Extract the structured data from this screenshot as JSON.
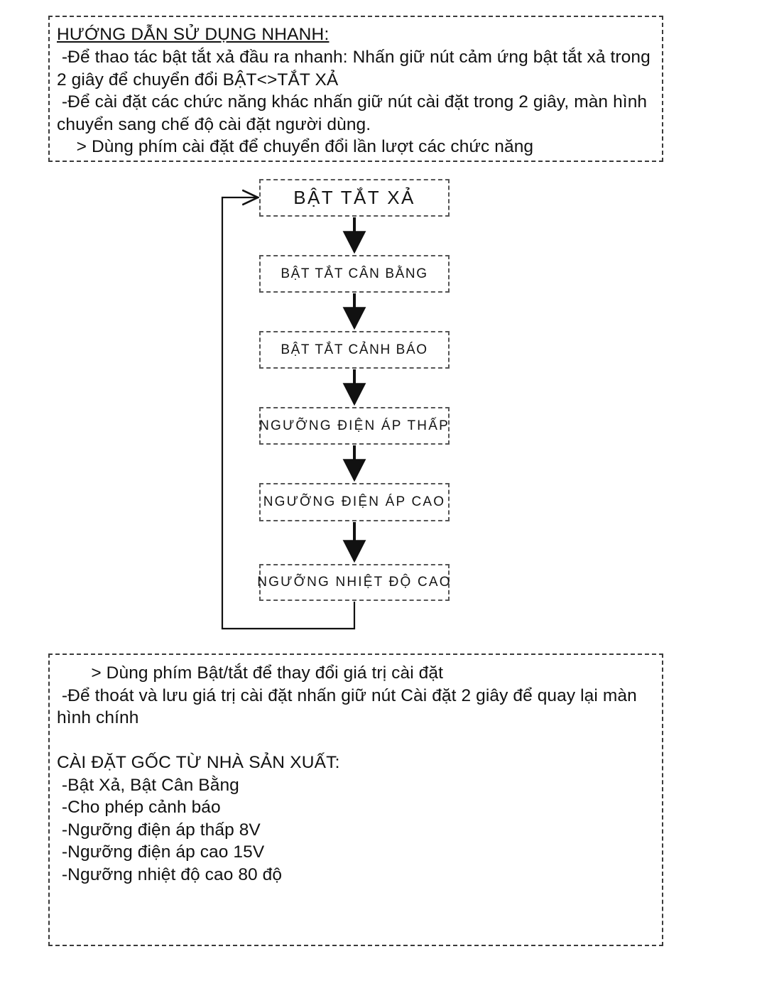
{
  "page": {
    "language": "vi",
    "background": "#ffffff",
    "ink": "#111111"
  },
  "top_panel": {
    "heading": "HƯỚNG DẪN SỬ DỤNG NHANH:",
    "lines": [
      " -Để thao tác bật tắt xả đầu ra nhanh: Nhấn giữ nút cảm ứng bật tắt xả trong 2 giây để chuyển đổi BẬT<>TẮT XẢ",
      " -Để cài đặt các chức năng khác nhấn giữ nút cài đặt trong 2 giây, màn hình chuyển sang chế độ cài đặt người dùng.",
      "    > Dùng phím cài đặt để chuyển đổi lần lượt các chức năng"
    ]
  },
  "flowchart": {
    "type": "cycle",
    "loop_back": true,
    "arrow_color": "#111111",
    "node_border_color": "#555555",
    "nodes": [
      {
        "id": "node-0",
        "label": "BẬT TẮT XẢ"
      },
      {
        "id": "node-1",
        "label": "BẬT TẮT CÂN BẰNG"
      },
      {
        "id": "node-2",
        "label": "BẬT TẮT CẢNH BÁO"
      },
      {
        "id": "node-3",
        "label": "NGƯỠNG ĐIỆN ÁP THẤP"
      },
      {
        "id": "node-4",
        "label": "NGƯỠNG ĐIỆN ÁP CAO"
      },
      {
        "id": "node-5",
        "label": "NGƯỠNG NHIỆT ĐỘ CAO"
      }
    ]
  },
  "bottom_panel": {
    "lines": [
      "       > Dùng phím Bật/tắt để thay đổi giá trị cài đặt",
      " -Để thoát và lưu giá trị cài đặt nhấn giữ nút Cài đặt 2 giây để quay lại màn hình chính"
    ],
    "factory_heading": "CÀI ĐẶT GỐC TỪ NHÀ SẢN XUẤT:",
    "factory_items": [
      " -Bật Xả, Bật Cân Bằng",
      " -Cho phép cảnh báo",
      " -Ngưỡng điện áp thấp 8V",
      " -Ngưỡng điện áp cao 15V",
      " -Ngưỡng nhiệt độ cao 80 độ"
    ]
  }
}
